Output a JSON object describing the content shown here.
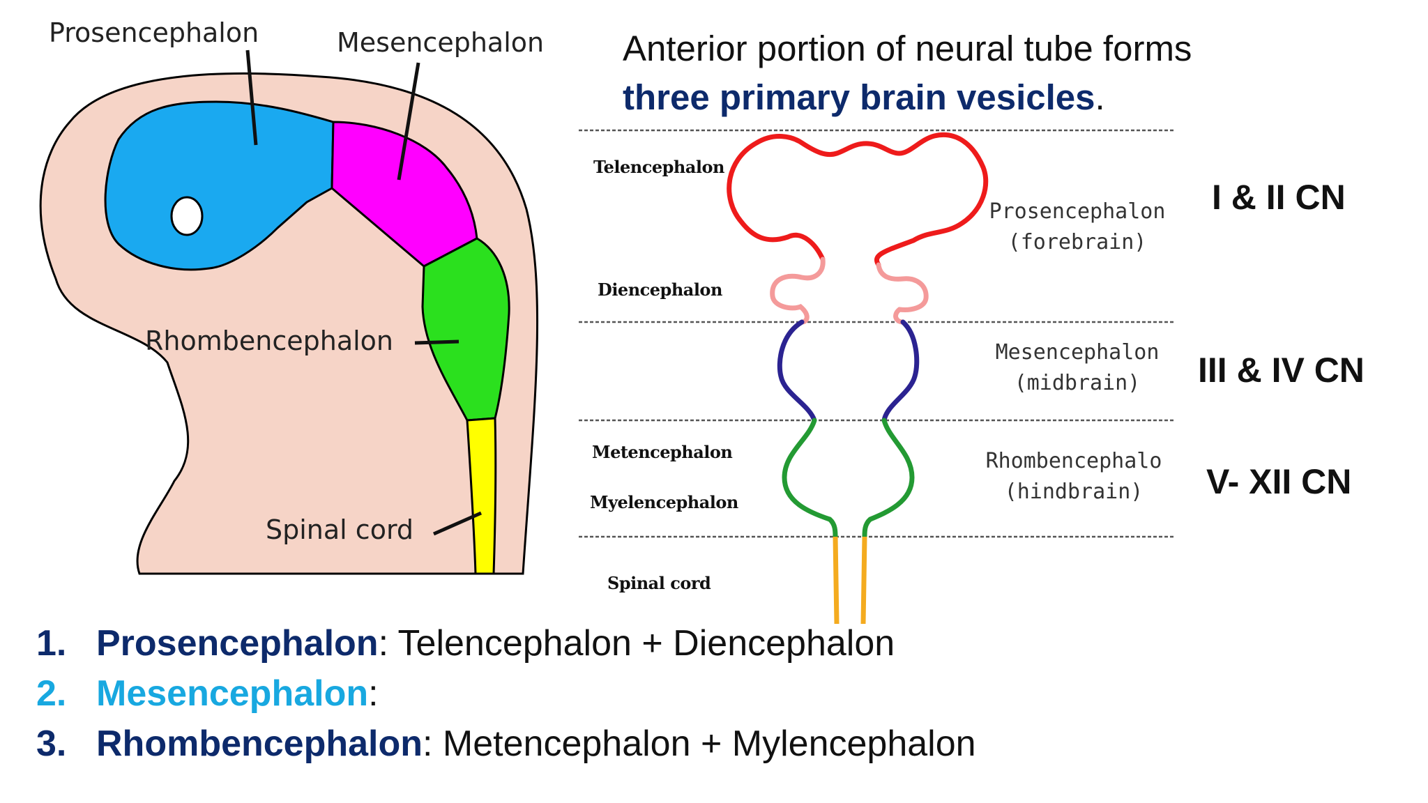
{
  "colors": {
    "prosencephalon": "#1aa9f0",
    "mesencephalon": "#ff00ff",
    "rhombencephalon": "#2be01e",
    "spinal_cord": "#ffff00",
    "embryo_body": "#f6d4c7",
    "telencephalon_curve": "#ee1b1b",
    "diencephalon_curve": "#f49a9a",
    "mesencephalon_curve": "#2b2391",
    "rhombencephalon_curve": "#239a33",
    "spinal_curve": "#f4ab1f",
    "navy_text": "#0d2a6b",
    "cyan_text": "#18a8e0"
  },
  "embryo": {
    "labels": {
      "prosencephalon": "Prosencephalon",
      "mesencephalon": "Mesencephalon",
      "rhombencephalon": "Rhombencephalon",
      "spinal_cord": "Spinal cord"
    }
  },
  "intro": {
    "line1": "Anterior portion of neural tube forms",
    "emphasis": "three primary brain vesicles",
    "end": "."
  },
  "vesicle_diagram": {
    "left_labels": {
      "telencephalon": "Telencephalon",
      "diencephalon": "Diencephalon",
      "metencephalon": "Metencephalon",
      "myelencephalon": "Myelencephalon",
      "spinal_cord": "Spinal cord"
    },
    "right_labels": {
      "prosencephalon": {
        "name": "Prosencephalon",
        "common": "(forebrain)"
      },
      "mesencephalon": {
        "name": "Mesencephalon",
        "common": "(midbrain)"
      },
      "rhombencephalon": {
        "name": "Rhombencephalo",
        "common": "(hindbrain)"
      }
    }
  },
  "cranial_nerves": {
    "prosencephalon": "I & II CN",
    "mesencephalon": "III & IV CN",
    "rhombencephalon": "V- XII CN"
  },
  "list": [
    {
      "number": "1.",
      "term": "Prosencephalon",
      "desc": ": Telencephalon + Diencephalon",
      "color": "#0d2a6b"
    },
    {
      "number": "2.",
      "term": "Mesencephalon",
      "desc": ":",
      "color": "#18a8e0"
    },
    {
      "number": "3.",
      "term": "Rhombencephalon",
      "desc": ": Metencephalon + Mylencephalon",
      "color": "#0d2a6b"
    }
  ]
}
